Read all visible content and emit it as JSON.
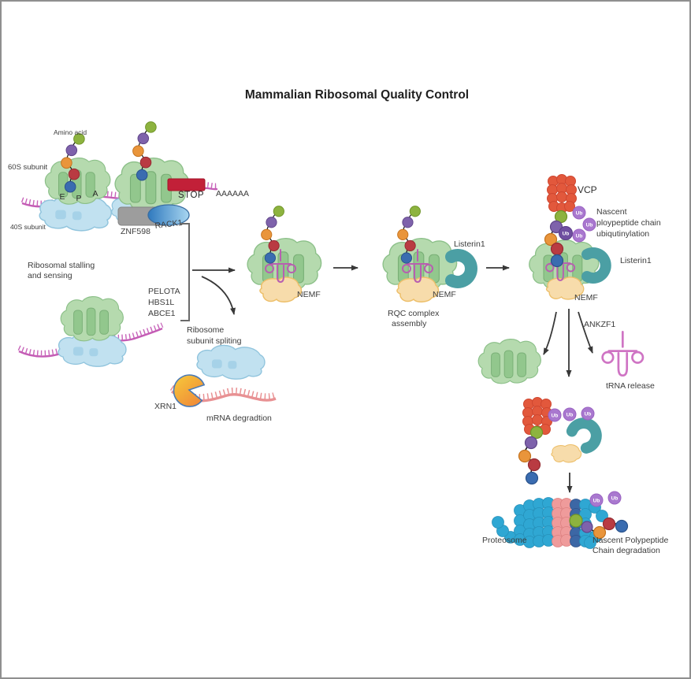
{
  "title": "Mammalian Ribosomal Quality Control",
  "stalling": {
    "amino_acid": "Amino acid",
    "subunit_60s": "60S subunit",
    "subunit_40s": "40S subunit",
    "site_e": "E",
    "site_p": "P",
    "site_a": "A",
    "stop": "STOP",
    "poly_a": "AAAAAA",
    "znf598": "ZNF598",
    "rack1": "RACK1",
    "caption1": "Ribosomal stalling",
    "caption2": "and sensing"
  },
  "splitting": {
    "pelota": "PELOTA",
    "hbs1l": "HBS1L",
    "abce1": "ABCE1",
    "caption1": "Ribosome",
    "caption2": "subunit spliting",
    "xrn1": "XRN1",
    "mrna_degradation": "mRNA degradtion"
  },
  "rqc": {
    "nemf": "NEMF",
    "listerin": "Listerin1",
    "caption1": "RQC complex",
    "caption2": "assembly"
  },
  "ubiquitination": {
    "vcp": "VCP",
    "nascent1": "Nascent",
    "nascent2": "ploypeptide chain",
    "nascent3": "ubiqutinylation",
    "listerin": "Listerin1",
    "nemf": "NEMF",
    "ub": "Ub"
  },
  "release": {
    "ankzf1": "ANKZF1",
    "trna_release": "tRNA release"
  },
  "degradation": {
    "proteosome": "Proteosome",
    "line1": "Nascent Polypeptide",
    "line2": "Chain degradation"
  },
  "colors": {
    "ribosome_60s": "#b5daae",
    "ribosome_40s": "#c1e1f0",
    "mrna": "#c45cb5",
    "mrna_degraded": "#e89193",
    "stop_codon": "#c22038",
    "znf598": "#9d9d9d",
    "rack1": "#2f79be",
    "vcp": "#e2583c",
    "listerin": "#4b9fa4",
    "nemf": "#f7dcab",
    "ubiquitin": "#a978cf",
    "trna": "#c368ba",
    "proteosome_cyan": "#2fa7d3",
    "proteosome_pink": "#ef9b9b",
    "proteosome_blue": "#3c67a5",
    "nascent_chain": [
      "#8db33f",
      "#7e62ab",
      "#e9953b",
      "#b93b42",
      "#3a6cb0"
    ]
  }
}
